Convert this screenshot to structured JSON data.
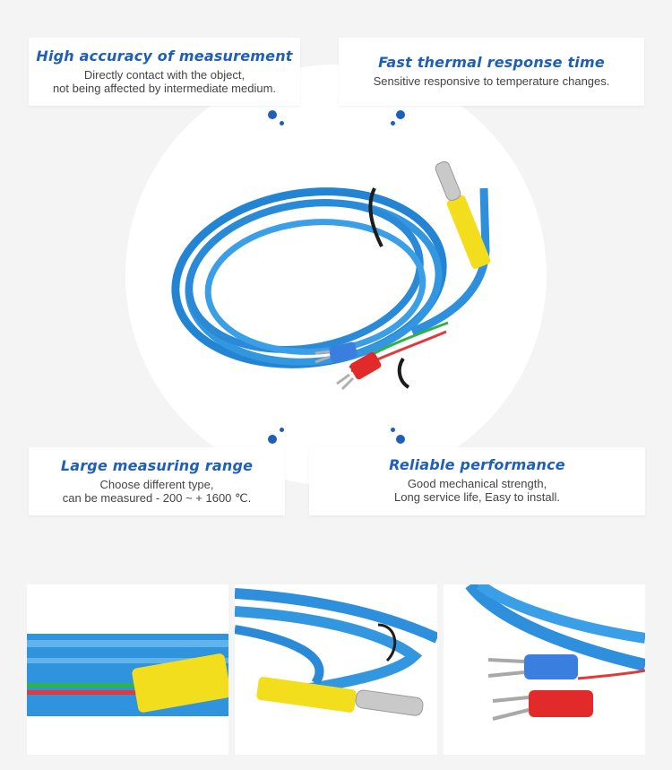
{
  "features": [
    {
      "title": "High accuracy of measurement",
      "line1": "Directly contact with the object,",
      "line2": "not being affected by intermediate medium."
    },
    {
      "title": "Fast thermal response time",
      "line1": "Sensitive responsive to temperature changes.",
      "line2": ""
    },
    {
      "title": "Large measuring range",
      "line1": "Choose different type,",
      "line2": "can be measured - 200 ~ + 1600 ℃."
    },
    {
      "title": "Reliable performance",
      "line1": "Good mechanical strength,",
      "line2": "Long service life,  Easy to install."
    }
  ],
  "colors": {
    "accent": "#1f5fb8",
    "cable": "#2e8fdc",
    "sleeve": "#f2de1c",
    "terminal_blue": "#3a7fe0",
    "terminal_red": "#e22a2a"
  }
}
